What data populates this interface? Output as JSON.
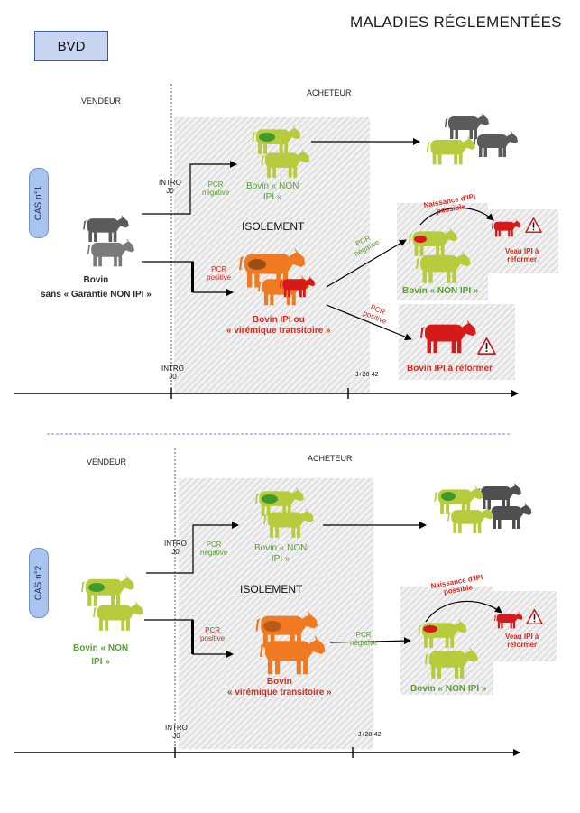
{
  "title": "MALADIES RÉGLEMENTÉES",
  "disease_label": "BVD",
  "colors": {
    "grey_cow": "#6e6e6e",
    "green_cow": "#b7cc3d",
    "orange_cow": "#f07a22",
    "red_cow": "#d61a1a",
    "pcr_negative_text": "#5a9d34",
    "pcr_positive_text": "#d42a20",
    "cas_pill": "#a9c4ee",
    "bvd_box": "#c9d6f2"
  },
  "case1": {
    "label": "CAS n°1",
    "seller_header": "VENDEUR",
    "buyer_header": "ACHETEUR",
    "seller_caption_line1": "Bovin",
    "seller_caption_line2": "sans « Garantie NON IPI »",
    "intro_top_line1": "INTRO",
    "intro_top_line2": "J0",
    "pcr_negative_line1": "PCR",
    "pcr_negative_line2": "négative",
    "non_ipi_top_line1": "Bovin « NON",
    "non_ipi_top_line2": "IPI »",
    "isolation": "ISOLEMENT",
    "pcr_positive_line1": "PCR",
    "pcr_positive_line2": "positive",
    "ipi_or_viremic_line1": "Bovin IPI ou",
    "ipi_or_viremic_line2": "« virémique transitoire »",
    "pcr_negative_diag_line1": "PCR",
    "pcr_negative_diag_line2": "négative",
    "ipi_birth_line1": "Naissance d'IPI",
    "ipi_birth_line2": "possible",
    "calf_reform_line1": "Veau IPI à",
    "calf_reform_line2": "réformer",
    "non_ipi_right": "Bovin « NON IPI »",
    "pcr_positive_diag_line1": "PCR",
    "pcr_positive_diag_line2": "positive",
    "ipi_reform": "Bovin IPI à réformer",
    "intro_bottom_line1": "INTRO",
    "intro_bottom_line2": "J0",
    "day_mark": "J+28-42"
  },
  "case2": {
    "label": "CAS n°2",
    "seller_header": "VENDEUR",
    "buyer_header": "ACHETEUR",
    "seller_caption_line1": "Bovin « NON",
    "seller_caption_line2": "IPI »",
    "intro_top_line1": "INTRO",
    "intro_top_line2": "J0",
    "pcr_negative_line1": "PCR",
    "pcr_negative_line2": "négative",
    "non_ipi_top_line1": "Bovin « NON",
    "non_ipi_top_line2": "IPI »",
    "isolation": "ISOLEMENT",
    "pcr_positive_line1": "PCR",
    "pcr_positive_line2": "positive",
    "viremic_line1": "Bovin",
    "viremic_line2": "« virémique transitoire »",
    "pcr_negative_right_line1": "PCR",
    "pcr_negative_right_line2": "négative",
    "ipi_birth_line1": "Naissance d'IPI",
    "ipi_birth_line2": "possible",
    "calf_reform_line1": "Veau IPI à",
    "calf_reform_line2": "réformer",
    "non_ipi_right": "Bovin « NON IPI »",
    "intro_bottom_line1": "INTRO",
    "intro_bottom_line2": "J0",
    "day_mark": "J+28-42"
  }
}
